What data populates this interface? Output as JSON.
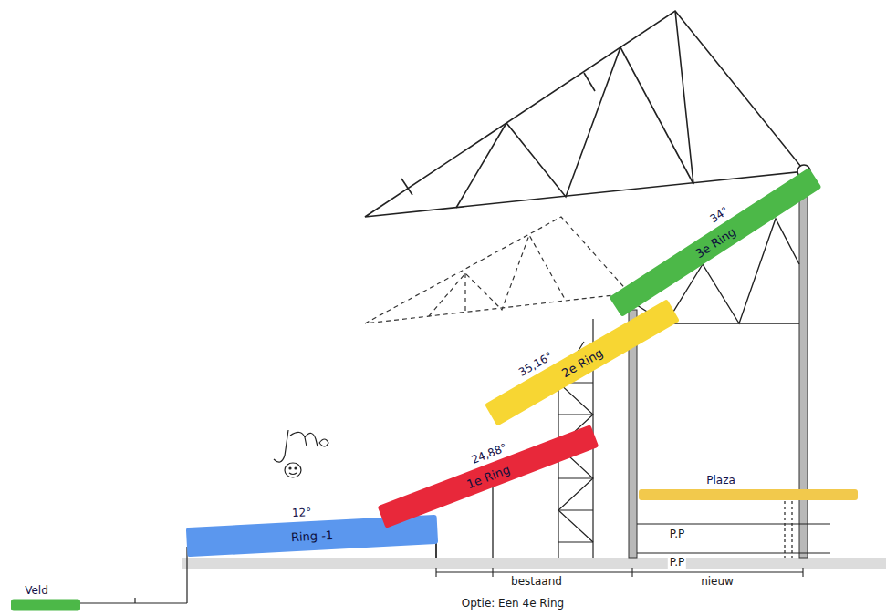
{
  "diagram": {
    "nodes": [
      {
        "text": [
          "Veld"
        ]
      },
      {
        "text": [
          "12°",
          "Ring -1"
        ]
      },
      {
        "text": [
          "24,88°",
          "1e Ring"
        ]
      },
      {
        "text": [
          "35,16°",
          "2e Ring"
        ]
      },
      {
        "text": [
          "34°",
          "3e Ring"
        ]
      },
      {
        "text": [
          "Plaza"
        ]
      }
    ],
    "labels": [
      "P.P",
      "P.P",
      "bestaand",
      "nieuw",
      "Optie: Een 4e Ring"
    ]
  }
}
